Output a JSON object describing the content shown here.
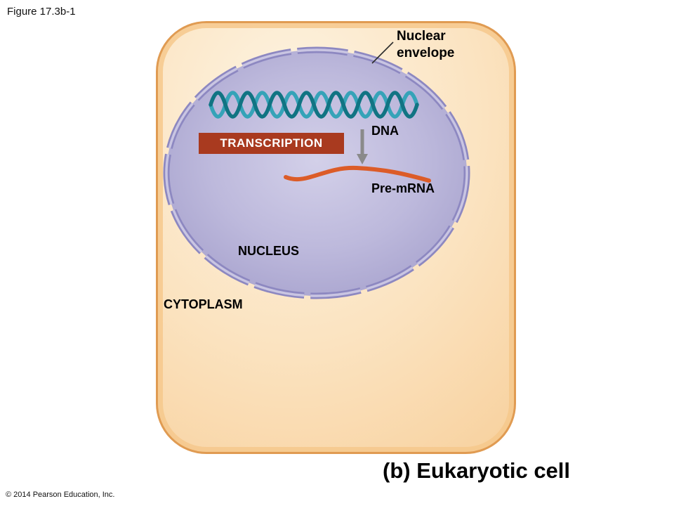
{
  "figure": {
    "label": "Figure 17.3b-1",
    "caption": "(b) Eukaryotic cell",
    "copyright": "© 2014 Pearson Education, Inc."
  },
  "labels": {
    "nuclear_envelope": "Nuclear envelope",
    "dna": "DNA",
    "transcription": "TRANSCRIPTION",
    "pre_mrna": "Pre-mRNA",
    "nucleus": "NUCLEUS",
    "cytoplasm": "CYTOPLASM"
  },
  "colors": {
    "cell_fill_light": "#FDF4E3",
    "cell_fill_dark": "#F3C489",
    "cell_border": "#E09B52",
    "nucleus_fill_light": "#D3D0E9",
    "nucleus_fill_dark": "#A5A0CC",
    "nucleus_border": "#8D88C1",
    "nucleus_border_inner": "#C9C5E2",
    "dna_strand_dark": "#117483",
    "dna_strand_light": "#35A3B8",
    "transcription_box": "#A93A1F",
    "pre_mrna": "#DC5C28",
    "arrow": "#8A8A8A",
    "pointer_line": "#2B2B2B"
  }
}
